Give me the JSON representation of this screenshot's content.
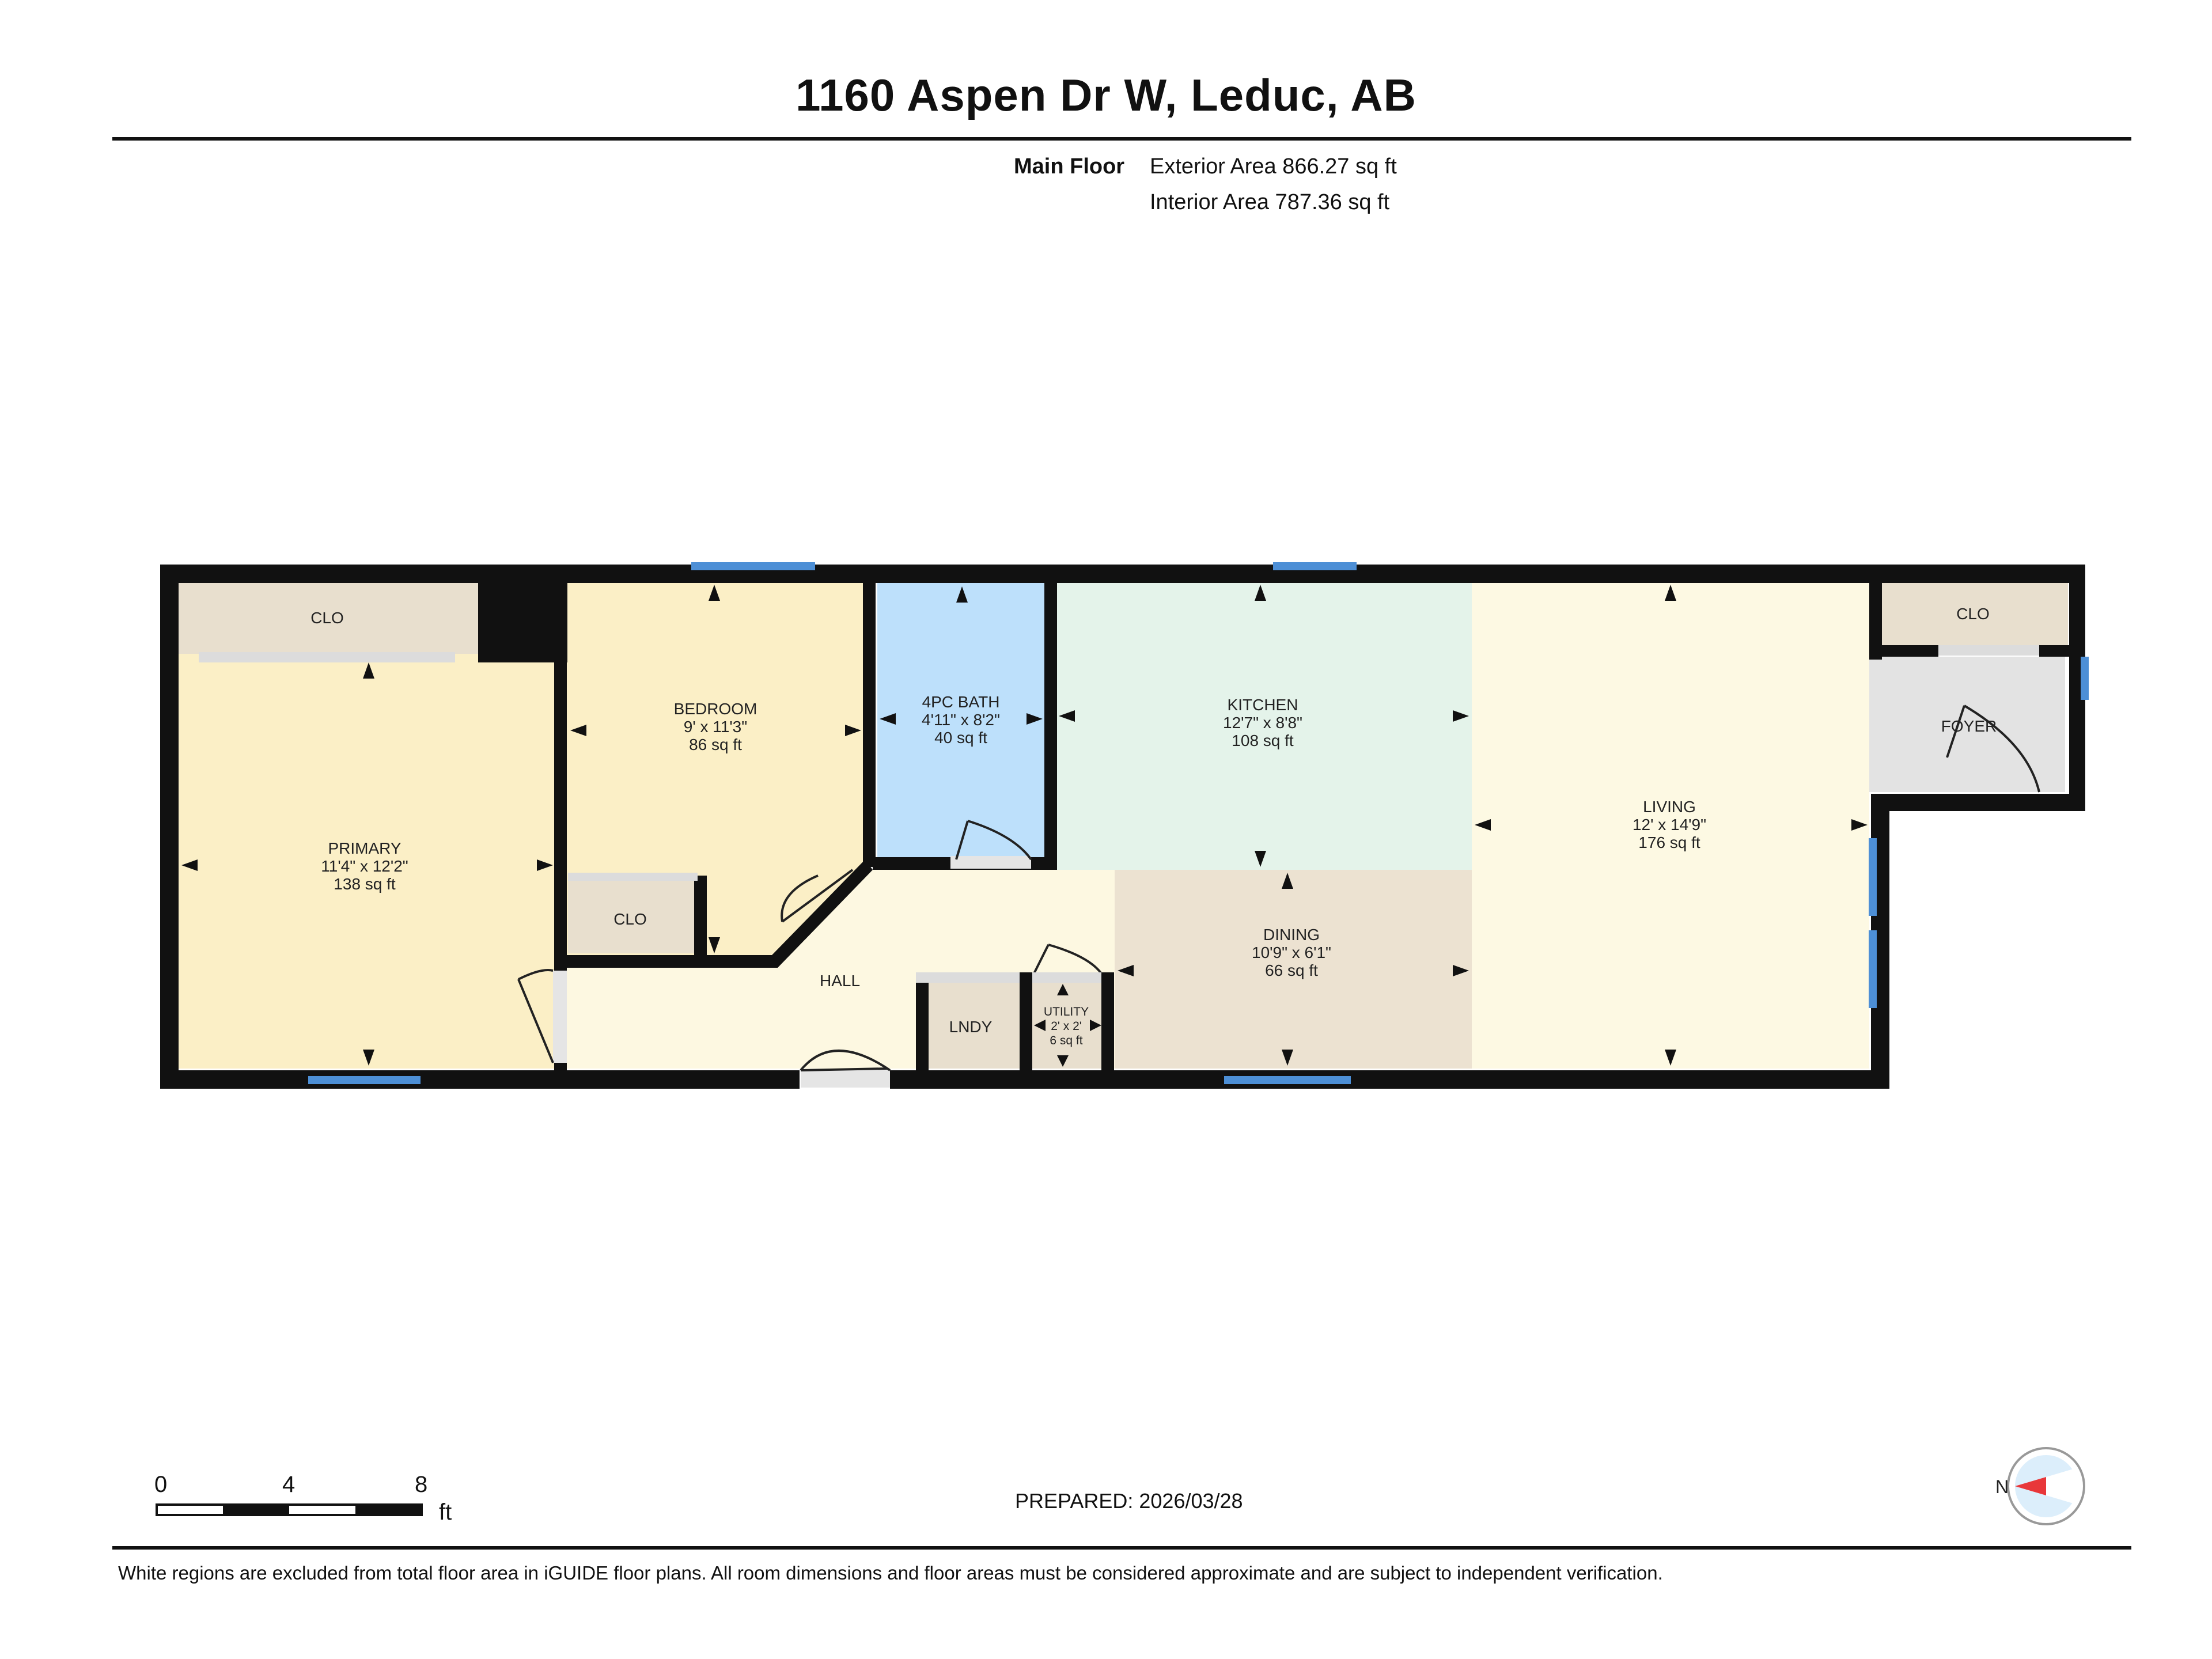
{
  "header": {
    "title": "1160 Aspen Dr W, Leduc, AB",
    "floor_name": "Main Floor",
    "exterior_area": "Exterior Area 866.27 sq ft",
    "interior_area": "Interior Area 787.36 sq ft"
  },
  "rooms": {
    "primary": {
      "name": "PRIMARY",
      "dims": "11'4\" x 12'2\"",
      "area": "138 sq ft"
    },
    "bedroom": {
      "name": "BEDROOM",
      "dims": "9' x 11'3\"",
      "area": "86 sq ft"
    },
    "bath": {
      "name": "4PC BATH",
      "dims": "4'11\" x 8'2\"",
      "area": "40 sq ft"
    },
    "kitchen": {
      "name": "KITCHEN",
      "dims": "12'7\" x 8'8\"",
      "area": "108 sq ft"
    },
    "living": {
      "name": "LIVING",
      "dims": "12' x 14'9\"",
      "area": "176 sq ft"
    },
    "dining": {
      "name": "DINING",
      "dims": "10'9\" x 6'1\"",
      "area": "66 sq ft"
    },
    "utility": {
      "name": "UTILITY",
      "dims": "2' x 2'",
      "area": "6 sq ft"
    },
    "foyer": {
      "name": "FOYER"
    },
    "hall": {
      "name": "HALL"
    },
    "laundry": {
      "name": "LNDY"
    },
    "closet_label": "CLO"
  },
  "colors": {
    "wall": "#111111",
    "window": "#4d8fd6",
    "primary": "#fbefc6",
    "bedroom": "#fbefc6",
    "bath": "#bde0fb",
    "kitchen": "#e4f3ea",
    "living": "#fdf9e3",
    "dining": "#ece2d1",
    "hall": "#fdf8e1",
    "closet": "#e8dfce",
    "foyer": "#e3e3e3",
    "utility": "#e8dfce"
  },
  "scale": {
    "ticks": [
      "0",
      "4",
      "8"
    ],
    "unit": "ft"
  },
  "compass": {
    "label": "N",
    "icon": "compass-icon"
  },
  "footer": {
    "prepared": "PREPARED: 2026/03/28",
    "disclaimer": "White regions are excluded from total floor area in iGUIDE floor plans. All room dimensions and floor areas must be considered approximate and are subject to independent verification."
  }
}
